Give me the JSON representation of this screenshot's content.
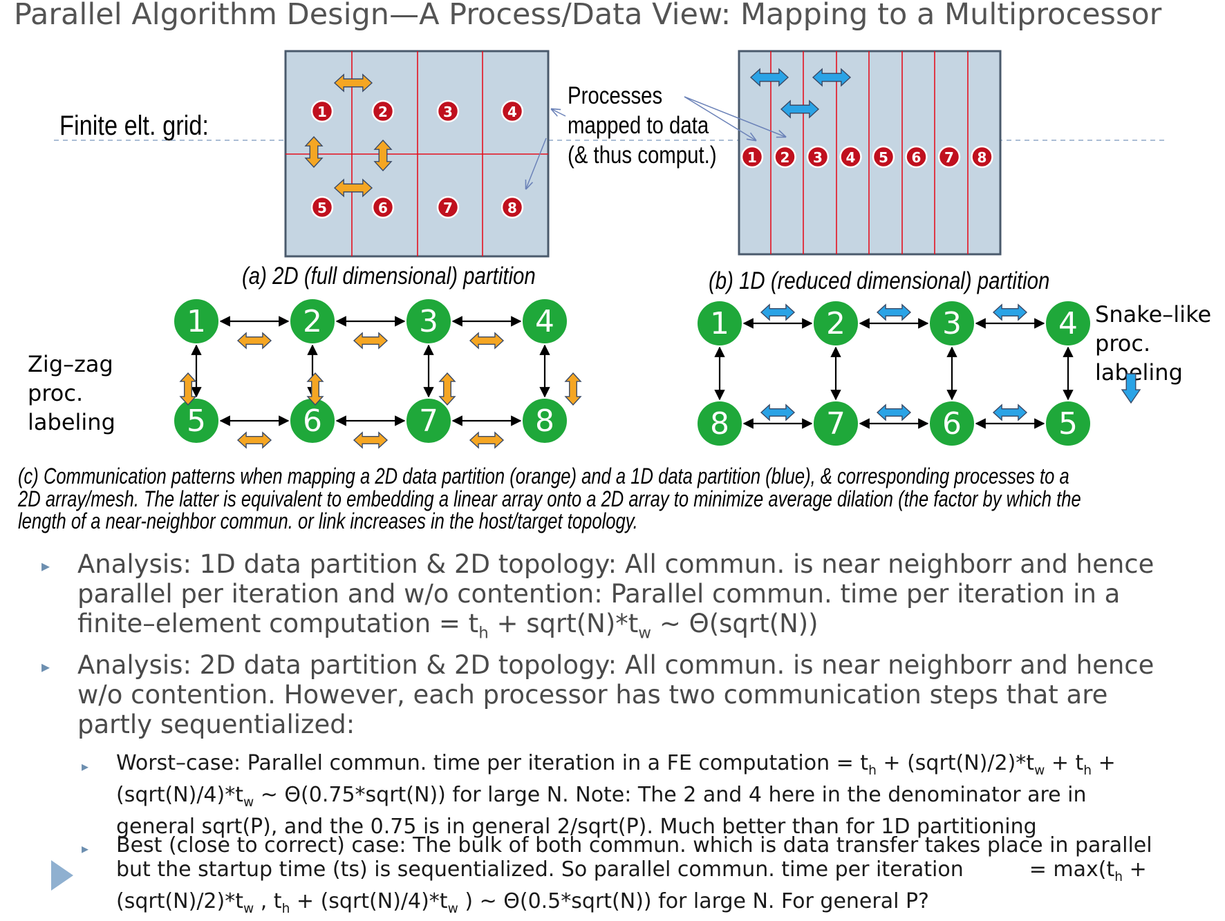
{
  "title": "Parallel Algorithm Design—A Process/Data View: Mapping to a Multiprocessor",
  "grid_label": "Finite elt. grid:",
  "callout": [
    "Processes",
    "mapped to  data",
    "(& thus comput.)"
  ],
  "caption_a": "(a) 2D (full dimensional) partition",
  "caption_b": "(b) 1D (reduced dimensional) partition",
  "zigzag_label": [
    "Zig–zag",
    "proc.",
    "labeling"
  ],
  "snake_label": [
    "Snake–like",
    "proc.",
    "labeling"
  ],
  "grid_a_numbers": [
    "1",
    "2",
    "3",
    "4",
    "5",
    "6",
    "7",
    "8"
  ],
  "grid_b_numbers": [
    "1",
    "2",
    "3",
    "4",
    "5",
    "6",
    "7",
    "8"
  ],
  "mesh_a": {
    "top": [
      "1",
      "2",
      "3",
      "4"
    ],
    "bottom": [
      "5",
      "6",
      "7",
      "8"
    ]
  },
  "mesh_b": {
    "top": [
      "1",
      "2",
      "3",
      "4"
    ],
    "bottom": [
      "8",
      "7",
      "6",
      "5"
    ]
  },
  "caption_c": [
    "(c) Communication patterns when mapping a 2D data partition (orange) and a 1D data partition (blue), & corresponding processes to a",
    "2D array/mesh. The latter is equivalent to embedding a linear array onto a 2D array to minimize average dilation (the factor by which the",
    "length of a near-neighbor commun. or link increases in the host/target topology."
  ],
  "bullet1": {
    "line1": "Analysis: 1D data partition & 2D topology: All commun. is near neighborr and hence",
    "line2": "parallel per iteration and w/o contention: Parallel commun. time per iteration in a",
    "l3_a": "finite–element computation = t",
    "l3_sub1": "h",
    "l3_b": " + sqrt(N)*t",
    "l3_sub2": "w",
    "l3_c": "  ~ Θ(sqrt(N))"
  },
  "bullet2": {
    "line1": "Analysis: 2D data partition & 2D topology: All commun. is near neighborr and hence",
    "line2": "w/o contention. However, each processor has two communication steps that are",
    "line3": "partly sequentialized:"
  },
  "sub1": {
    "a": "Worst–case: Parallel commun. time per iteration in a FE computation = t",
    "s1": "h",
    "b": " + (sqrt(N)/2)*t",
    "s2": "w",
    "c": "  + t",
    "s3": "h",
    "d": " +",
    "e": "(sqrt(N)/4)*t",
    "s4": "w",
    "f": "  ~ Θ(0.75*sqrt(N)) for large N.  Note: The 2 and 4 here in the denominator are  in",
    "g": "general sqrt(P), and the 0.75 is in general  2/sqrt(P).  Much better than for 1D partitioning"
  },
  "sub2": {
    "line1": "Best (close to correct) case: The bulk of both commun. which is data transfer takes place in parallel",
    "l2a": "but the startup time (ts) is sequentialized.  So parallel commun. time per iteration",
    "l2b": "= max(t",
    "s1": "h",
    "l2c": " +",
    "l3a": "(sqrt(N)/2)*t",
    "s2": "w",
    "l3b": "  , t",
    "s3": "h",
    "l3c": " + (sqrt(N)/4)*t",
    "s4": "w",
    "l3d": " ) ~ Θ(0.5*sqrt(N)) for large N.  For general P?"
  },
  "colors": {
    "grid_fill": "#c5d5e2",
    "node_green": "#1fa83a",
    "proc_red": "#c0101e",
    "orange_arrow": "#f5a623",
    "blue_arrow": "#2aa3e6"
  }
}
